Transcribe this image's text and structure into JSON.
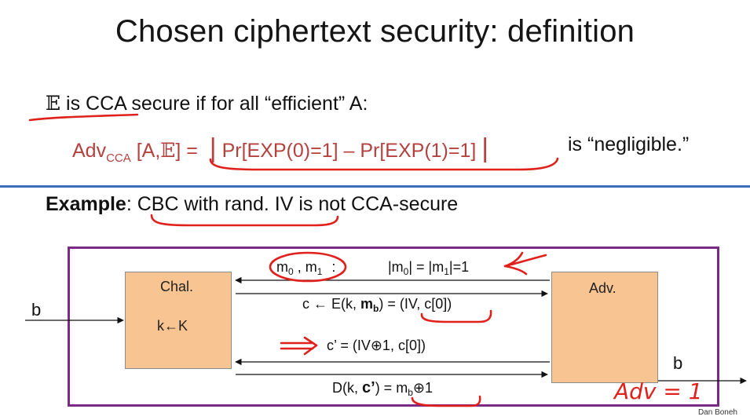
{
  "slide": {
    "title": "Chosen ciphertext security: definition",
    "def_symbol": "𝔼",
    "def_text": " is CCA secure if for all “efficient”  A:",
    "adv_prefix": "Adv",
    "adv_sub": "CCA",
    "adv_args": " [A,",
    "adv_args_sym": "𝔼",
    "adv_args_end": "]  =  ",
    "adv_formula": "Pr[EXP(0)=1] – Pr[EXP(1)=1]",
    "negligible": "is “negligible.”",
    "example_label": "Example",
    "example_text": ":   CBC with rand. IV is not CCA-secure",
    "credit": "Dan Boneh"
  },
  "diagram": {
    "chal_label": "Chal.",
    "chal_key": "k←K",
    "adv_label": "Adv.",
    "input_b": "b",
    "output_b": "b",
    "msg1_m": "m",
    "msg1_sub0": "0",
    "msg1_sep": " , m",
    "msg1_sub1": "1",
    "msg1_colon": ":",
    "msg1_cond_a": "|m",
    "msg1_cond_b": "| = |m",
    "msg1_cond_c": "|=1",
    "msg2_a": "c ← E(k, ",
    "msg2_mb": "m",
    "msg2_b_sub": "b",
    "msg2_c": ") = (IV, c[0])",
    "msg3": "c’ = (IV⊕1, c[0])",
    "msg4_a": "D(k, ",
    "msg4_c": "c’",
    "msg4_b": ") = m",
    "msg4_sub": "b",
    "msg4_end": "⊕1",
    "annotation": "Adv = 1"
  },
  "colors": {
    "formula_red": "#b5413e",
    "ink_red": "#e0201b",
    "divider_blue": "#3d6fb6",
    "frame_purple": "#7b2b86",
    "box_fill": "#f8c491"
  }
}
